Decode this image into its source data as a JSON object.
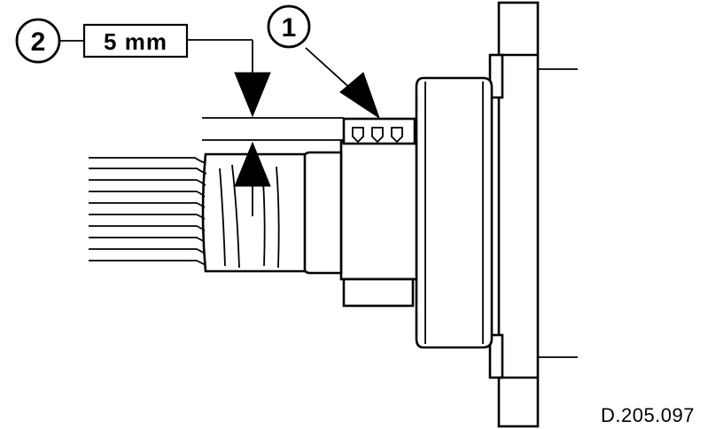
{
  "callouts": [
    {
      "number": "1"
    },
    {
      "number": "2"
    }
  ],
  "dimension": {
    "value": "5 mm"
  },
  "reference": "D.205.097"
}
